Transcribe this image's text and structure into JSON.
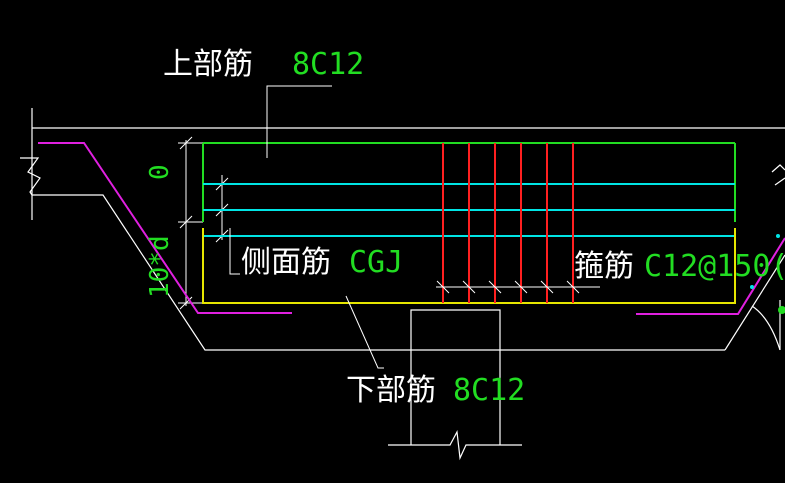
{
  "labels": {
    "top_rebar": {
      "name": "上部筋",
      "value": "8C12"
    },
    "side_rebar": {
      "name": "侧面筋",
      "value": "CGJ"
    },
    "stirrup": {
      "name": "箍筋",
      "value": "C12@150("
    },
    "bottom_rebar": {
      "name": "下部筋",
      "value": "8C12"
    },
    "dim_top": "0",
    "dim_bottom": "10*d"
  },
  "colors": {
    "background": "#000000",
    "outline": "#ffffff",
    "top_rebar": "#22dd22",
    "side_rebar": "#00e5e5",
    "stirrup": "#ff2020",
    "bottom_rebar": "#e6e600",
    "slope_rebar": "#e020e0",
    "label_value": "#22dd22",
    "label_name": "#ffffff"
  }
}
